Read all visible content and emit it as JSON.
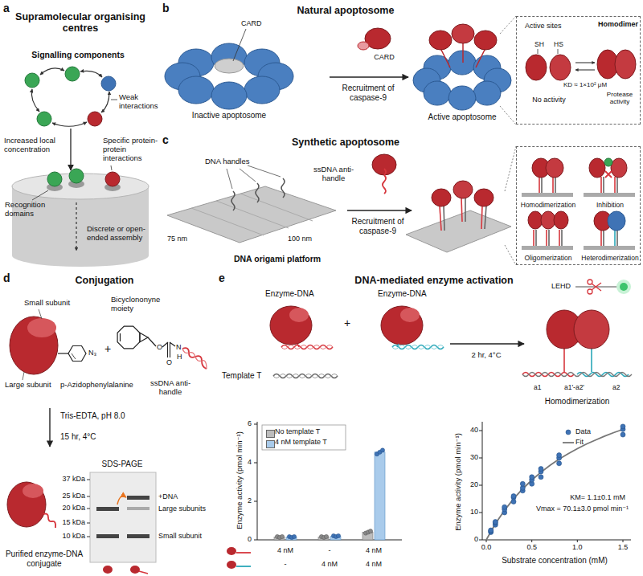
{
  "diagram": {
    "nodes": [
      {
        "text": [
          "Active sites",
          "SH",
          "HS",
          "Homodimer",
          "No activity",
          "KD ≈ 1×10² μM",
          "Protease activity"
        ]
      },
      {
        "text": [
          "Homodimerization",
          "Inhibition",
          "Oligomerization",
          "Heterodimerization"
        ]
      }
    ],
    "labels": [
      "a",
      "Supramolecular organising centres",
      "Signalling components",
      "Weak interactions",
      "Increased local concentration",
      "Specific protein-protein interactions",
      "Recognition domains",
      "Discrete or open-ended assembly",
      "b",
      "Natural apoptosome",
      "CARD",
      "Inactive apoptosome",
      "CARD",
      "Recruitment of caspase-9",
      "Active apoptosome",
      "c",
      "Synthetic apoptosome",
      "DNA handles",
      "ssDNA anti-handle",
      "Recruitment of caspase-9",
      "75 nm",
      "100 nm",
      "DNA origami platform",
      "d",
      "Conjugation",
      "Small subunit",
      "Bicyclononyne moiety",
      "+",
      "N₃",
      "O",
      "O",
      "N",
      "H",
      "Large subunit",
      "p-Azidophenylalanine",
      "ssDNA anti-handle",
      "Tris-EDTA, pH 8.0",
      "15 hr, 4°C",
      "SDS-PAGE",
      "37 kDa",
      "25 kDa",
      "20 kDa",
      "15 kDa",
      "10 kDa",
      "+DNA",
      "Large subunits",
      "Small subunit",
      "Purified enzyme-DNA conjugate",
      "e",
      "DNA-mediated enzyme activation",
      "Enzyme-DNA",
      "+",
      "Enzyme-DNA",
      "Template T",
      "2 hr, 4°C",
      "LEHD",
      "a1",
      "a2",
      "a1'-a2'",
      "Homodimerization",
      "Enzyme activity (pmol min⁻¹)",
      "0",
      "2",
      "4",
      "6",
      "4 nM",
      "-",
      "4 nM",
      "-",
      "4 nM",
      "4 nM",
      "Enzyme activity (pmol min⁻¹)",
      "0",
      "10",
      "20",
      "30",
      "40",
      "0.0",
      "0.5",
      "1.0",
      "1.5",
      "Substrate concentration (mM)",
      "KM= 1.1±0.1 mM",
      "Vmax = 70.1±3.0 pmol min⁻¹"
    ],
    "legend": [
      {
        "text": "No template T",
        "color": "#bdbdbd"
      },
      {
        "text": "4 nM template T",
        "color": "#a9cbeb"
      },
      {
        "text": "Data"
      },
      {
        "text": "Fit"
      }
    ]
  }
}
